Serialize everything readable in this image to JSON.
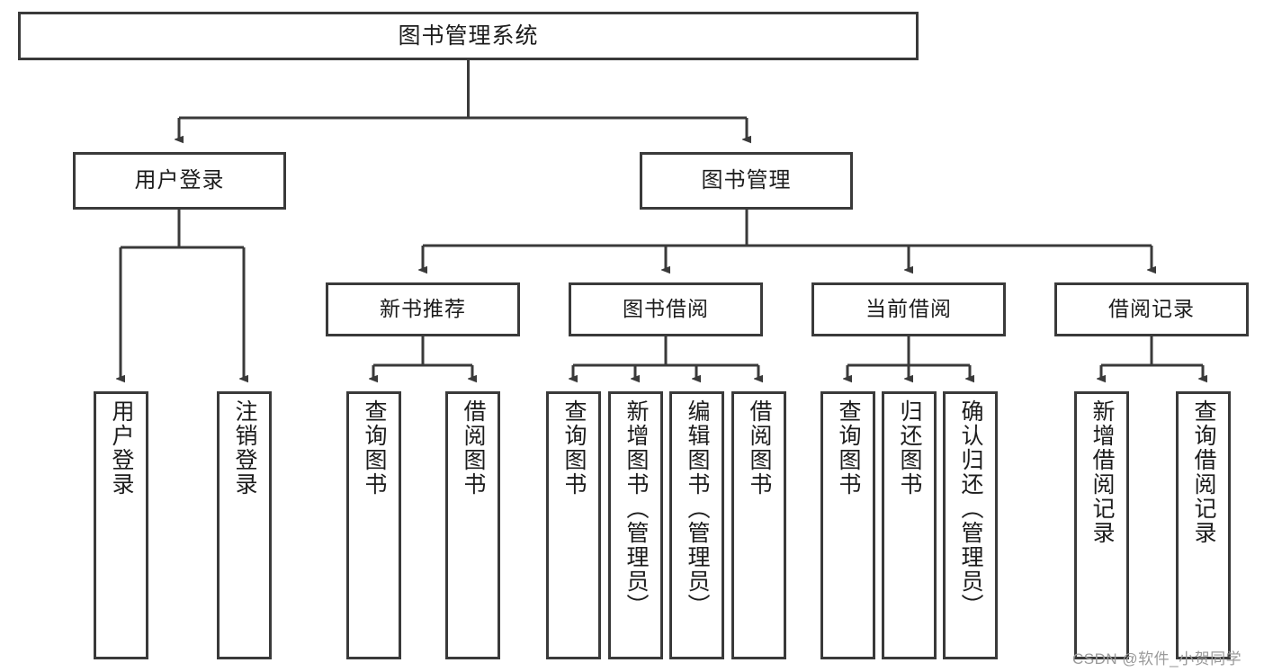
{
  "diagram": {
    "title": "图书管理系统",
    "type": "hierarchy-tree",
    "watermark": "CSDN @软件_小贺同学",
    "colors": {
      "box_border": "#3a3a3a",
      "box_fill": "#ffffff",
      "connector": "#3a3a3a",
      "text": "#1c1c1c",
      "watermark": "#9a9a9a"
    },
    "nodes": {
      "root": {
        "label": "图书管理系统",
        "level": 0
      },
      "l1": [
        {
          "id": "user_login",
          "label": "用户登录",
          "level": 1
        },
        {
          "id": "book_manage",
          "label": "图书管理",
          "level": 1
        }
      ],
      "l2": [
        {
          "id": "new_book_rec",
          "label": "新书推荐",
          "level": 2,
          "parent": "book_manage"
        },
        {
          "id": "book_borrow",
          "label": "图书借阅",
          "level": 2,
          "parent": "book_manage"
        },
        {
          "id": "current_borrow",
          "label": "当前借阅",
          "level": 2,
          "parent": "book_manage"
        },
        {
          "id": "borrow_record",
          "label": "借阅记录",
          "level": 2,
          "parent": "book_manage"
        }
      ],
      "leaves": [
        {
          "id": "leaf_user_login",
          "label": "用户登录",
          "parent": "user_login"
        },
        {
          "id": "leaf_logout",
          "label": "注销登录",
          "parent": "user_login"
        },
        {
          "id": "leaf_query_book_1",
          "label": "查询图书",
          "parent": "new_book_rec"
        },
        {
          "id": "leaf_borrow_book_1",
          "label": "借阅图书",
          "parent": "new_book_rec"
        },
        {
          "id": "leaf_query_book_2",
          "label": "查询图书",
          "parent": "book_borrow"
        },
        {
          "id": "leaf_add_book",
          "label": "新增图书（管理员）",
          "parent": "book_borrow"
        },
        {
          "id": "leaf_edit_book",
          "label": "编辑图书（管理员）",
          "parent": "book_borrow"
        },
        {
          "id": "leaf_borrow_book_2",
          "label": "借阅图书",
          "parent": "book_borrow"
        },
        {
          "id": "leaf_query_book_3",
          "label": "查询图书",
          "parent": "current_borrow"
        },
        {
          "id": "leaf_return_book",
          "label": "归还图书",
          "parent": "current_borrow"
        },
        {
          "id": "leaf_confirm_return",
          "label": "确认归还（管理员）",
          "parent": "current_borrow"
        },
        {
          "id": "leaf_add_record",
          "label": "新增借阅记录",
          "parent": "borrow_record"
        },
        {
          "id": "leaf_query_record",
          "label": "查询借阅记录",
          "parent": "borrow_record"
        }
      ]
    }
  }
}
